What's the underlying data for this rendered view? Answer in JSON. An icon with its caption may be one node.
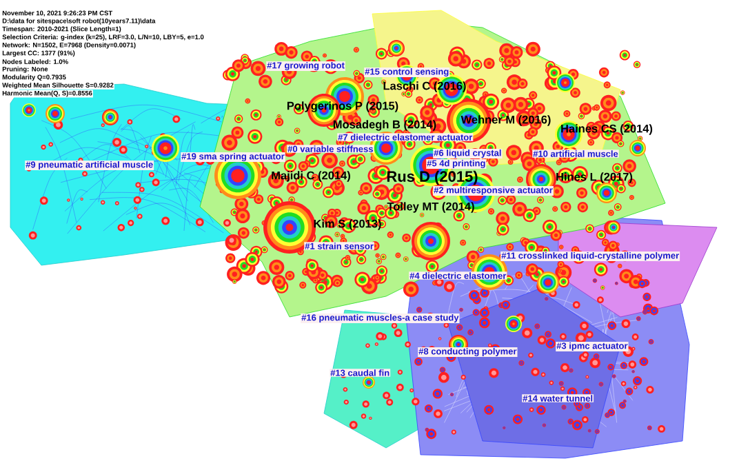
{
  "diagram": {
    "labels": [
      "November 10, 2021 9:26:23 PM CST",
      "D:\\data for sitespace\\soft robot(10years7.11)\\data",
      "Timespan: 2010-2021 (Slice Length=1)",
      "Selection Criteria: g-index (k=25), LRF=3.0, L/N=10, LBY=5, e=1.0",
      "Network: N=1502, E=7968 (Density=0.0071)",
      "Largest CC: 1377 (91%)",
      "Nodes Labeled: 1.0%",
      "Pruning: None",
      "Modularity Q=0.7935",
      "Weighted Mean Silhouette S=0.9282",
      "Harmonic Mean(Q, S)=0.8556",
      "#17 growing robot",
      "#15 control sensing",
      "Laschi C (2016)",
      "Polygerinos P (2015)",
      "Wehner M (2016)",
      "Mosadegh B (2014)",
      "Haines CS (2014)",
      "#7 dielectric elastomer actuator",
      "#9 pneumatic artificial muscle",
      "#19 sma spring actuator",
      "#0 variable stiffness",
      "#6 liquid crystal",
      "#10 artificial muscle",
      "#5 4d printing",
      "Majidi C (2014)",
      "Rus D (2015)",
      "Hines L (2017)",
      "#2 multiresponsive actuator",
      "Tolley MT (2014)",
      "Kim S (2013)",
      "#1 strain sensor",
      "#11 crosslinked liquid-crystalline polymer",
      "#4 dielectric elastomer",
      "#16 pneumatic muscles-a case study",
      "#8 conducting polymer",
      "#3 ipmc actuator",
      "#13 caudal fin",
      "#14 water tunnel"
    ]
  }
}
